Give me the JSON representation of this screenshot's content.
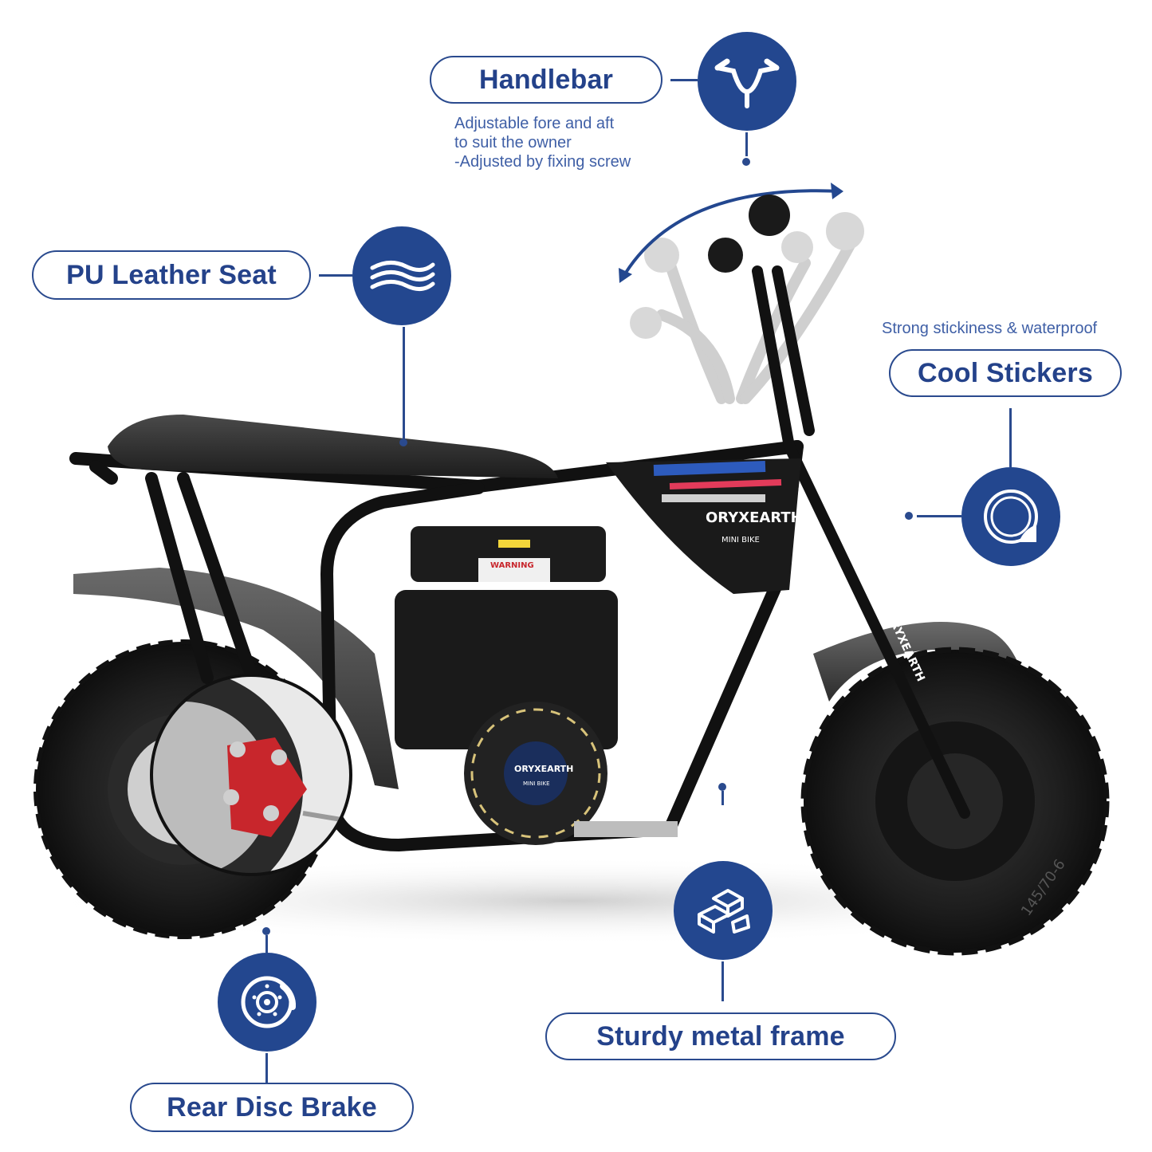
{
  "features": {
    "handlebar": {
      "title": "Handlebar",
      "note_lines": [
        "Adjustable fore and aft",
        "to suit the owner",
        "-Adjusted by fixing screw"
      ],
      "icon": "handlebar-icon"
    },
    "seat": {
      "title": "PU Leather Seat",
      "icon": "seat-cushion-icon"
    },
    "stickers": {
      "title": "Cool Stickers",
      "note": "Strong stickiness & waterproof",
      "icon": "sticker-peel-icon"
    },
    "frame": {
      "title": "Sturdy metal frame",
      "icon": "metal-bars-icon"
    },
    "brake": {
      "title": "Rear Disc Brake",
      "icon": "disc-brake-icon"
    }
  },
  "bike": {
    "brand_tank": "ORYXEARTH",
    "model_tank": "MINI BIKE",
    "brand_fork": "ORYXEARTH",
    "brand_engine": "ORYXEARTH",
    "model_engine": "MINI BIKE",
    "warning_label": "WARNING",
    "tire_text": "145/70-6"
  },
  "colors": {
    "accent_blue": "#23478f",
    "pill_border": "#2a4a8e",
    "text_blue": "#24428a",
    "caliper_red": "#c8262c"
  }
}
